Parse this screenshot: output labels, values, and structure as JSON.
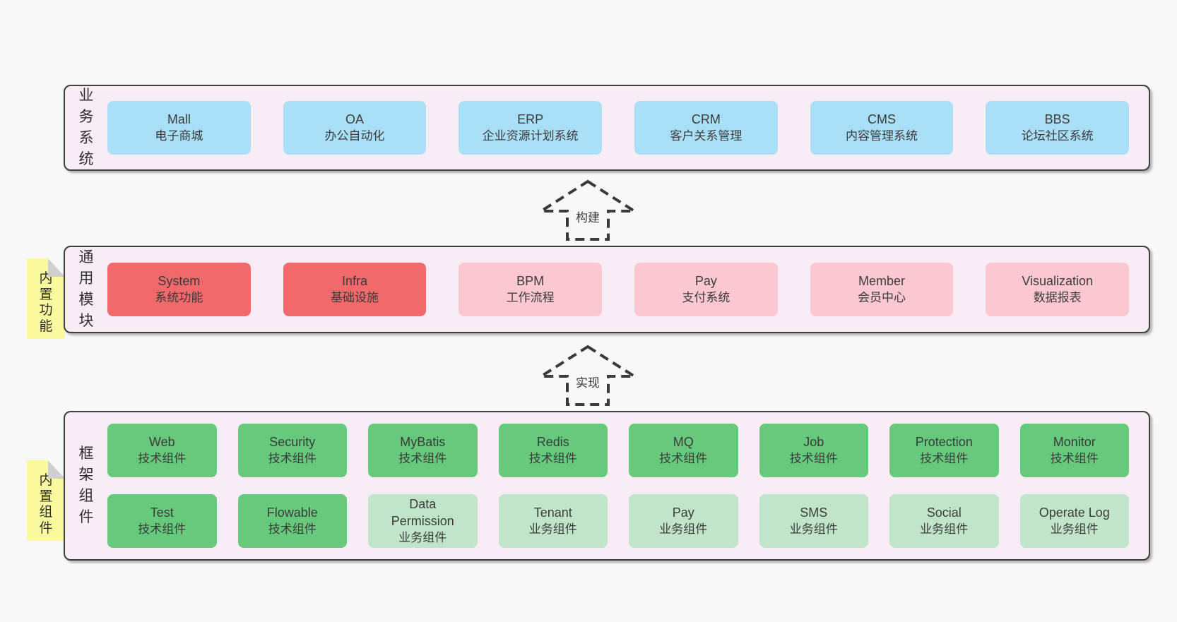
{
  "colors": {
    "page_bg": "#f8f8f8",
    "panel_bg": "#f8edf5",
    "panel_border": "#3e3e3e",
    "box_blue": "#a9e0f8",
    "box_red": "#f2696c",
    "box_pink": "#fbc8d1",
    "box_green": "#66c97b",
    "box_lightgreen": "#c1e5c9",
    "note_yellow": "#fbf99e",
    "note_fold_gray": "#cfcfcf",
    "text": "#3b3b3b"
  },
  "arrows": {
    "build": "构建",
    "implement": "实现"
  },
  "business": {
    "label": "业务系统",
    "boxes": [
      {
        "en": "Mall",
        "zh": "电子商城"
      },
      {
        "en": "OA",
        "zh": "办公自动化"
      },
      {
        "en": "ERP",
        "zh": "企业资源计划系统"
      },
      {
        "en": "CRM",
        "zh": "客户关系管理"
      },
      {
        "en": "CMS",
        "zh": "内容管理系统"
      },
      {
        "en": "BBS",
        "zh": "论坛社区系统"
      }
    ]
  },
  "modules": {
    "label": "通用模块",
    "note": "内置功能",
    "boxes": [
      {
        "en": "System",
        "zh": "系统功能",
        "variant": "red"
      },
      {
        "en": "Infra",
        "zh": "基础设施",
        "variant": "red"
      },
      {
        "en": "BPM",
        "zh": "工作流程",
        "variant": "pink"
      },
      {
        "en": "Pay",
        "zh": "支付系统",
        "variant": "pink"
      },
      {
        "en": "Member",
        "zh": "会员中心",
        "variant": "pink"
      },
      {
        "en": "Visualization",
        "zh": "数据报表",
        "variant": "pink"
      }
    ]
  },
  "components": {
    "label": "框架组件",
    "note": "内置组件",
    "row1": [
      {
        "en": "Web",
        "zh": "技术组件",
        "variant": "green"
      },
      {
        "en": "Security",
        "zh": "技术组件",
        "variant": "green"
      },
      {
        "en": "MyBatis",
        "zh": "技术组件",
        "variant": "green"
      },
      {
        "en": "Redis",
        "zh": "技术组件",
        "variant": "green"
      },
      {
        "en": "MQ",
        "zh": "技术组件",
        "variant": "green"
      },
      {
        "en": "Job",
        "zh": "技术组件",
        "variant": "green"
      },
      {
        "en": "Protection",
        "zh": "技术组件",
        "variant": "green"
      },
      {
        "en": "Monitor",
        "zh": "技术组件",
        "variant": "green"
      }
    ],
    "row2": [
      {
        "en": "Test",
        "zh": "技术组件",
        "variant": "green"
      },
      {
        "en": "Flowable",
        "zh": "技术组件",
        "variant": "green"
      },
      {
        "en": "Data Permission",
        "zh": "业务组件",
        "variant": "lightgreen"
      },
      {
        "en": "Tenant",
        "zh": "业务组件",
        "variant": "lightgreen"
      },
      {
        "en": "Pay",
        "zh": "业务组件",
        "variant": "lightgreen"
      },
      {
        "en": "SMS",
        "zh": "业务组件",
        "variant": "lightgreen"
      },
      {
        "en": "Social",
        "zh": "业务组件",
        "variant": "lightgreen"
      },
      {
        "en": "Operate Log",
        "zh": "业务组件",
        "variant": "lightgreen"
      }
    ]
  }
}
